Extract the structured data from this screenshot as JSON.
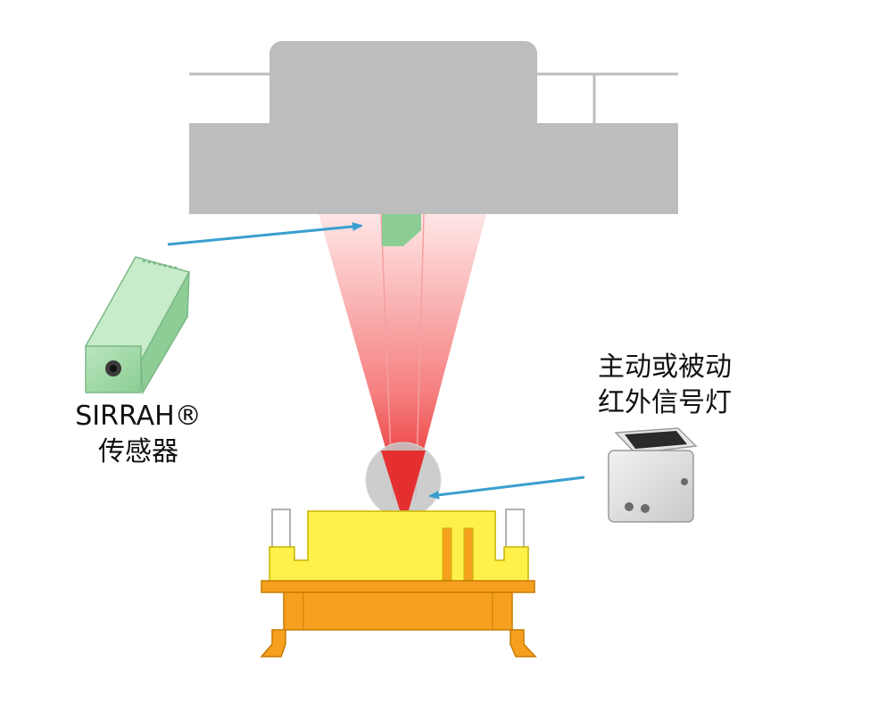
{
  "labels": {
    "sensor_line1": "SIRRAH®",
    "sensor_line2": "传感器",
    "signal_line1": "主动或被动",
    "signal_line2": "红外信号灯"
  },
  "colors": {
    "machine_gray": "#bdbdbd",
    "sensor_green": "#a8dcae",
    "beam_red": "#f03030",
    "arrow_blue": "#3a9fd0",
    "fixture_yellow": "#fff04a",
    "base_orange": "#f7a020"
  }
}
